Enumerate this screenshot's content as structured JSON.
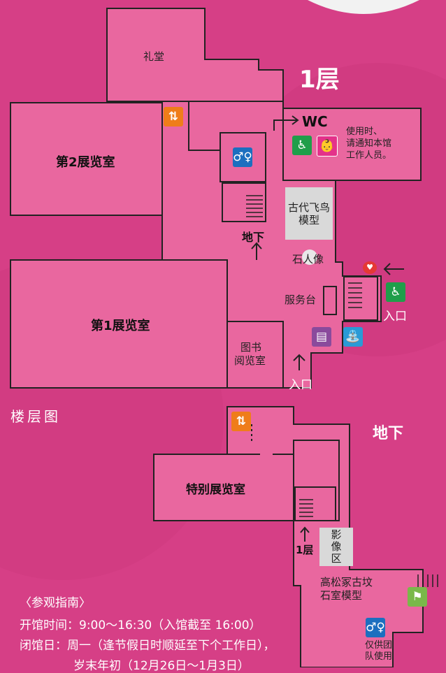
{
  "floor1": {
    "title": "1层",
    "rooms": {
      "auditorium": "礼堂",
      "exhibit2": "第2展览室",
      "exhibit1": "第1展览室",
      "library_line1": "图书",
      "library_line2": "阅览室",
      "reception": "服务台",
      "stone_statue": "石人像",
      "asuka_model_line1": "古代飞鸟",
      "asuka_model_line2": "模型",
      "basement_link": "地下",
      "wc": "WC",
      "wc_note_line1": "使用时、",
      "wc_note_line2": "请通知本馆",
      "wc_note_line3": "工作人员。",
      "entrance_side": "入口",
      "entrance_bottom": "入口"
    }
  },
  "floor_map_label": "楼层图",
  "basement": {
    "title": "地下",
    "rooms": {
      "special_exhibit": "特别展览室",
      "video_line1": "影",
      "video_line2": "像",
      "video_line3": "区",
      "to_floor1": "1层",
      "takamatsuzuka_line1": "高松冢古坟",
      "takamatsuzuka_line2": "石室模型",
      "group_only_line1": "仅供团",
      "group_only_line2": "队使用"
    }
  },
  "guide": {
    "heading": "〈参观指南〉",
    "hours": "开馆时间：9:00～16:30（入馆截至 16:00）",
    "closed": "闭馆日：周一（逢节假日时顺延至下个工作日），",
    "closed_cont": "岁末年初（12月26日～1月3日）"
  },
  "colors": {
    "background": "#d63f86",
    "room": "#e9679f",
    "elevator": "#ef7d1a",
    "accessible": "#1f9e4a",
    "nursing": "#e4328a",
    "restroom": "#1c6fbf",
    "locker": "#8a4a9c",
    "drinking": "#2a9ad6",
    "smoking": "#7ab84a"
  }
}
